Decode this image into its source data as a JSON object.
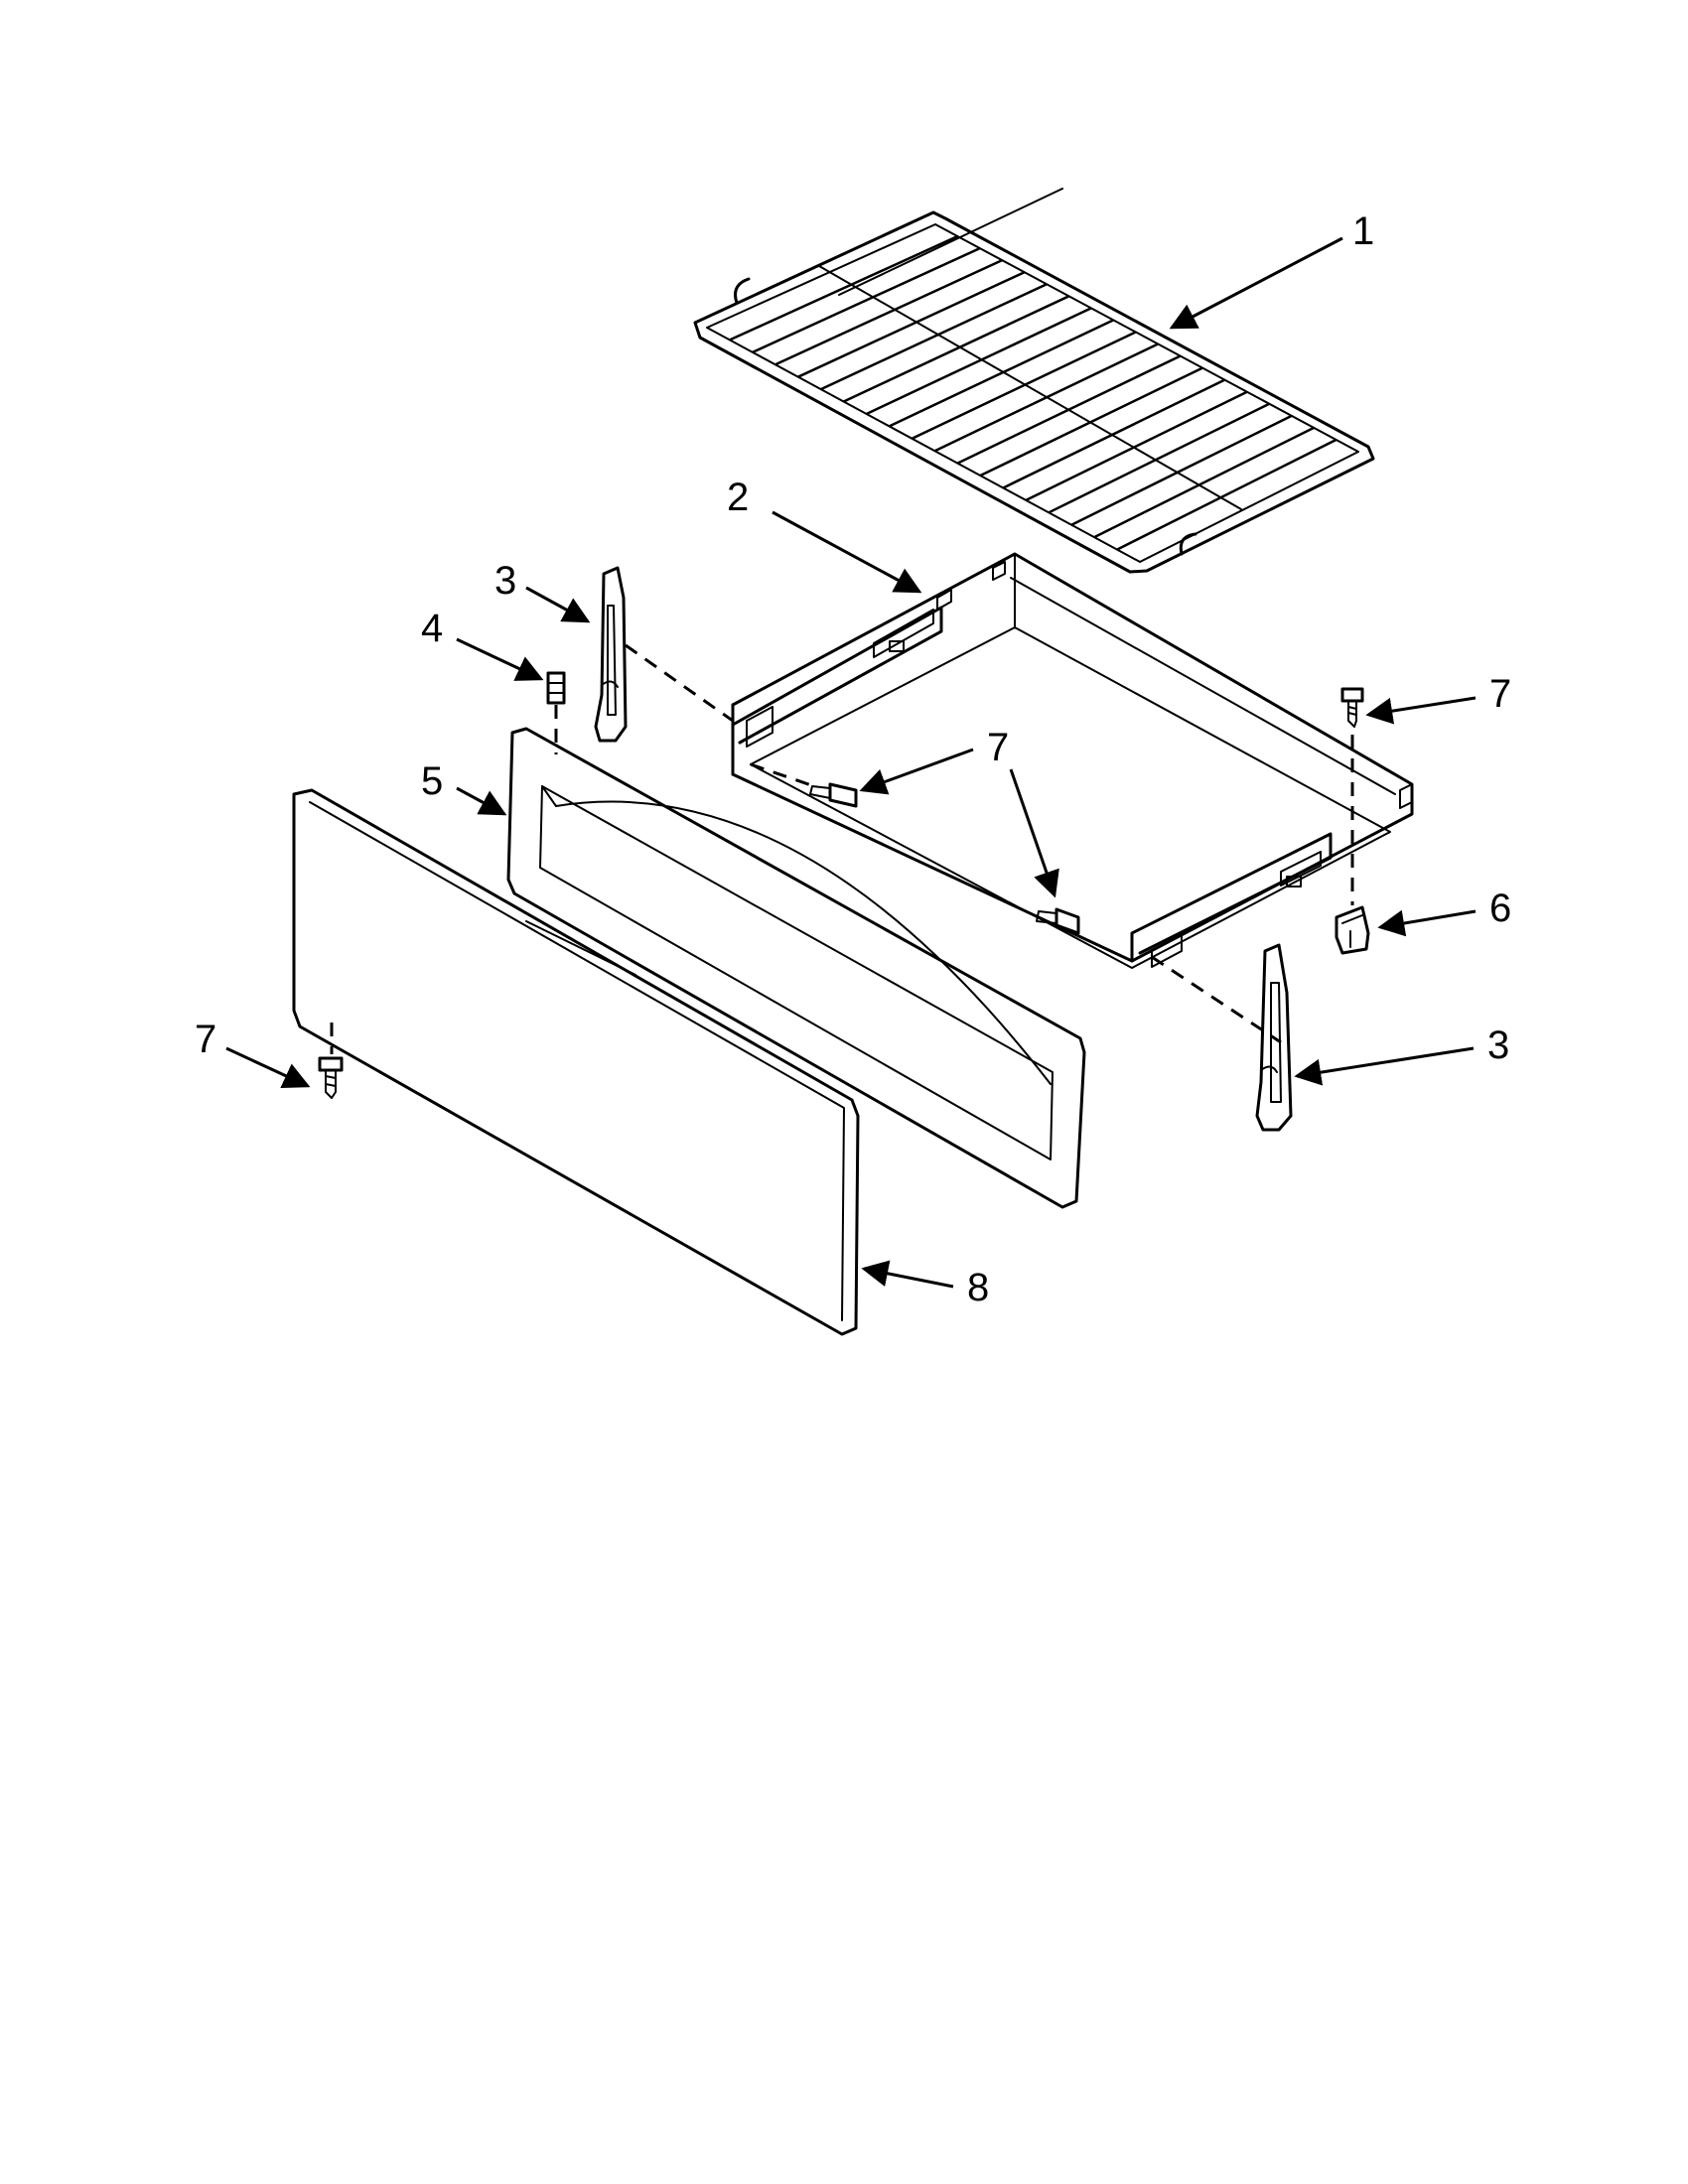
{
  "callouts": {
    "c1": "1",
    "c2": "2",
    "c3a": "3",
    "c3b": "3",
    "c4": "4",
    "c5": "5",
    "c6": "6",
    "c7a": "7",
    "c7b": "7",
    "c7c": "7",
    "c8": "8"
  }
}
